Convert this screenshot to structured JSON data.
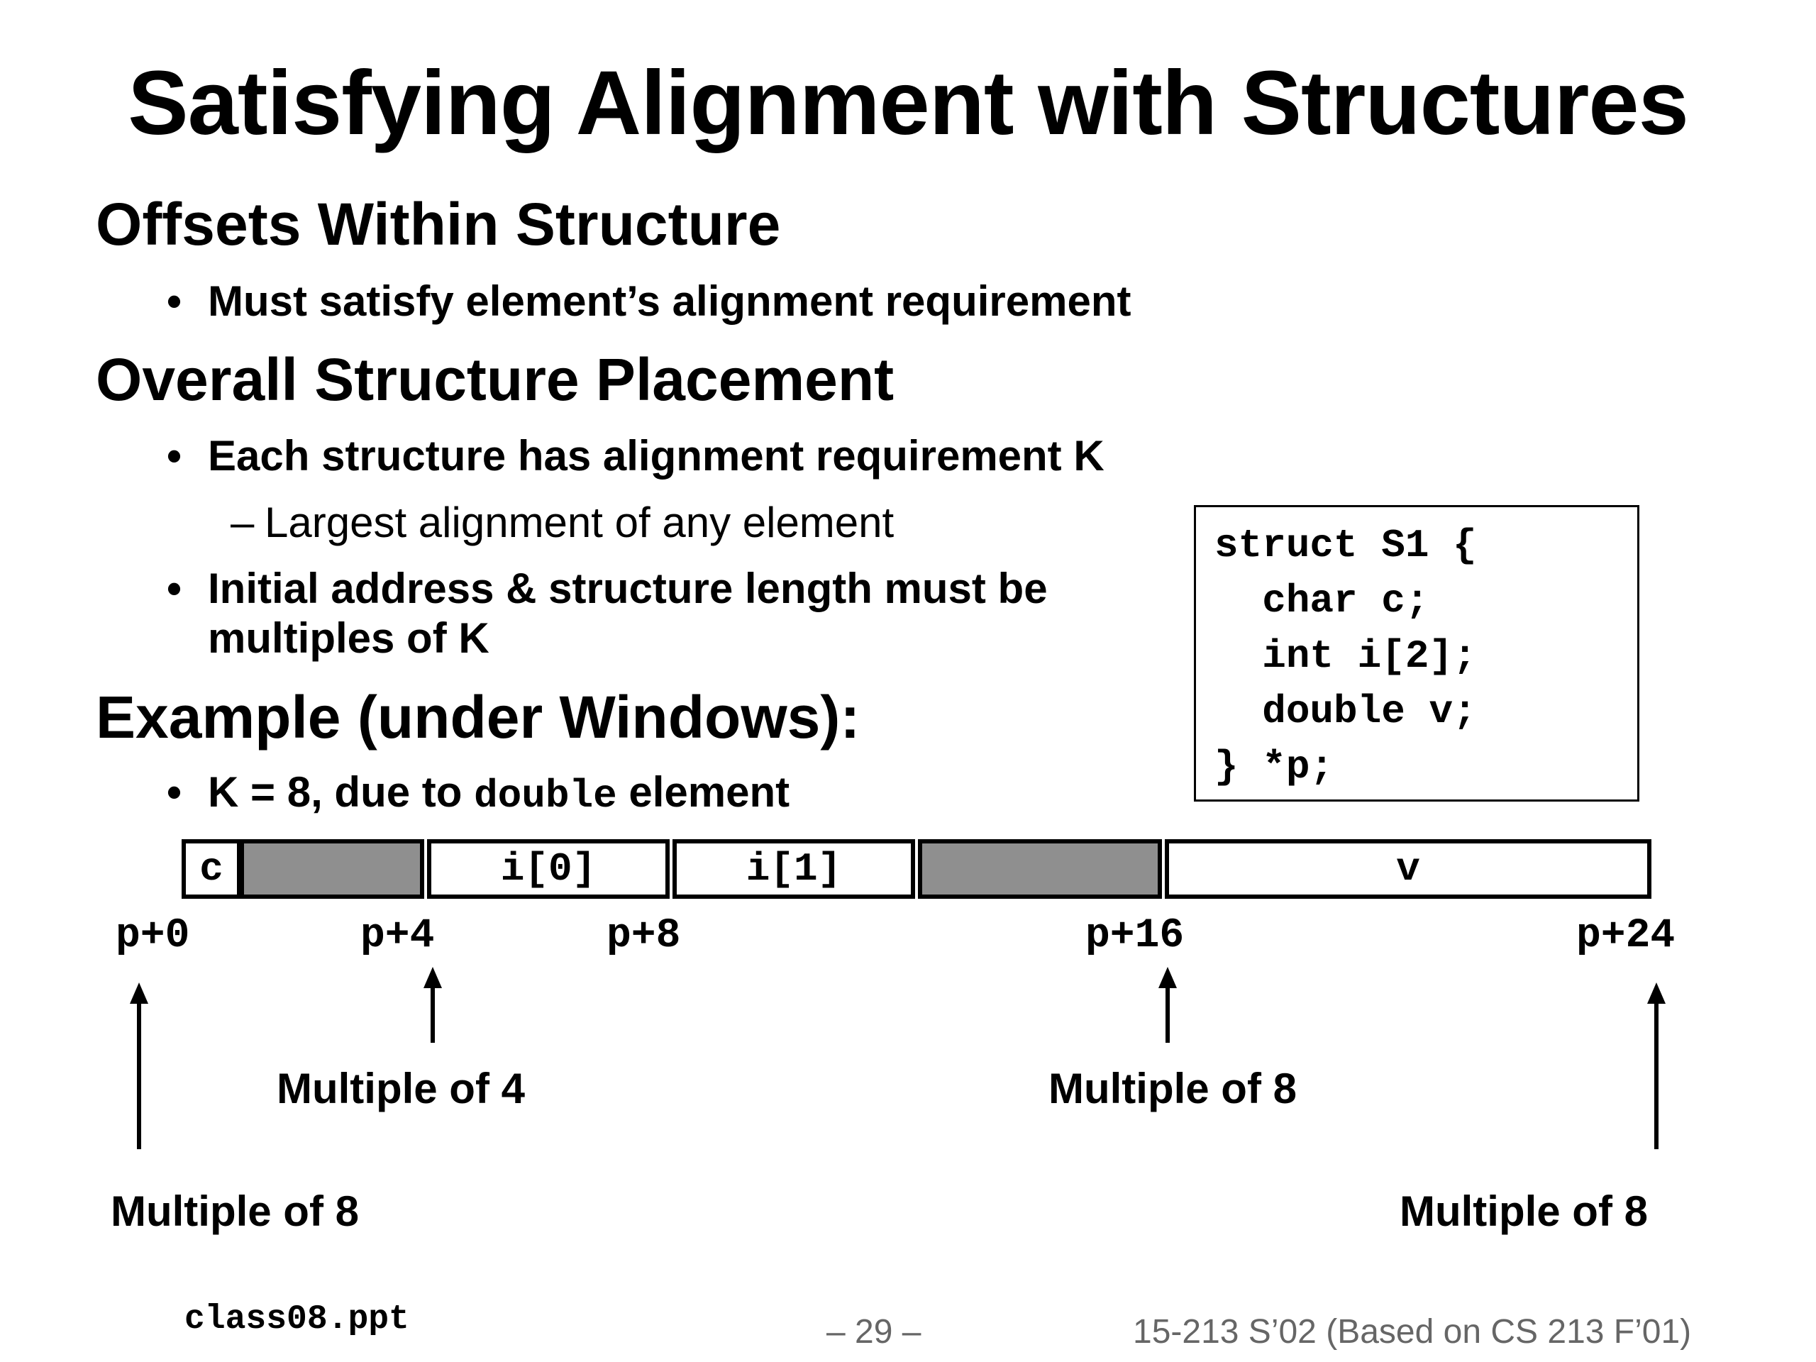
{
  "slide": {
    "title": "Satisfying Alignment with Structures",
    "sections": [
      {
        "heading": "Offsets Within Structure",
        "bullets": [
          "Must satisfy element’s alignment requirement"
        ]
      },
      {
        "heading": "Overall Structure Placement",
        "bullets": [
          "Each structure has alignment requirement K",
          "Initial address & structure length must be",
          "multiples of K"
        ],
        "subbullet": "Largest alignment of any element",
        "dash": "–"
      },
      {
        "heading": "Example (under Windows):",
        "bullet_prefix": "K = 8, due to ",
        "bullet_code": "double",
        "bullet_suffix": " element"
      }
    ],
    "bullet_glyph": "•",
    "code": [
      "struct S1 {",
      "  char c;",
      "  int i[2];",
      "  double v;",
      "} *p;"
    ],
    "memory": {
      "cells": [
        {
          "label": "c",
          "padding": false
        },
        {
          "label": "",
          "padding": true
        },
        {
          "label": "i[0]",
          "padding": false
        },
        {
          "label": "i[1]",
          "padding": false
        },
        {
          "label": "",
          "padding": true
        },
        {
          "label": "v",
          "padding": false
        }
      ],
      "addresses": [
        "p+0",
        "p+4",
        "p+8",
        "p+16",
        "p+24"
      ]
    },
    "annotations": {
      "a0": "Multiple of 8",
      "a4": "Multiple of 4",
      "a16": "Multiple of 8",
      "a24": "Multiple of 8"
    },
    "footer": {
      "left": "class08.ppt",
      "page": "– 29 –",
      "right": "15-213 S’02 (Based on CS 213 F’01)"
    }
  }
}
